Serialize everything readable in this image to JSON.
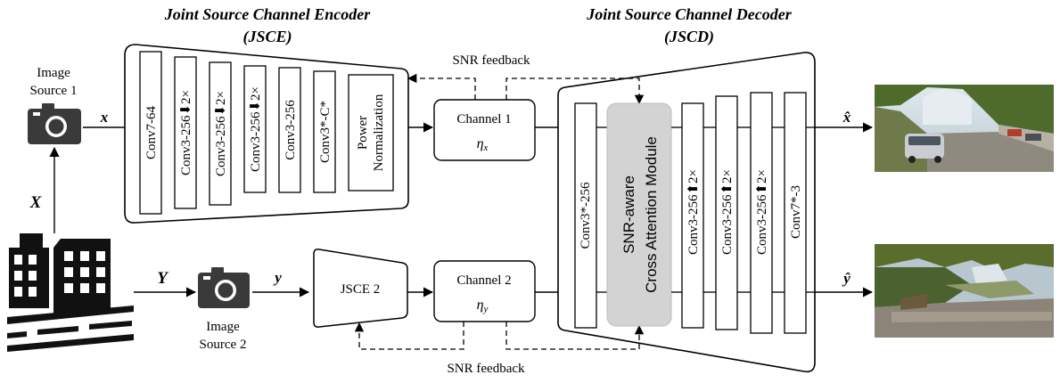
{
  "encoder": {
    "title_line1": "Joint Source Channel Encoder",
    "title_line2": "(JSCE)",
    "layers": [
      "Conv7-64",
      "Conv3-256⬇2×",
      "Conv3-256⬇2×",
      "Conv3-256⬇2×",
      "Conv3-256",
      "Conv3*-C*"
    ],
    "norm_line1": "Power",
    "norm_line2": "Normalization"
  },
  "decoder": {
    "title_line1": "Joint Source Channel Decoder",
    "title_line2": "(JSCD)",
    "first_layer": "Conv3*-256",
    "attention_line1": "SNR-aware",
    "attention_line2": "Cross Attention Module",
    "layers": [
      "Conv3-256⬆2×",
      "Conv3-256⬆2×",
      "Conv3-256⬆2×",
      "Conv7*-3"
    ]
  },
  "source1": {
    "line1": "Image",
    "line2": "Source 1",
    "signal": "x",
    "hat": "x̂"
  },
  "source2": {
    "line1": "Image",
    "line2": "Source 2",
    "signal": "y",
    "hat": "ŷ"
  },
  "scene": {
    "label_X": "X",
    "label_Y": "Y"
  },
  "channel1": {
    "label": "Channel 1",
    "noise_sym": "η",
    "noise_sub": "x"
  },
  "channel2": {
    "label": "Channel 2",
    "noise_sym": "η",
    "noise_sub": "y"
  },
  "jsce2": {
    "label": "JSCE 2"
  },
  "feedback": {
    "top": "SNR feedback",
    "bottom": "SNR feedback"
  },
  "colors": {
    "stroke": "#000000",
    "attention_fill": "#d3d3d3",
    "camera": "#3a3a3a",
    "building": "#111111"
  }
}
